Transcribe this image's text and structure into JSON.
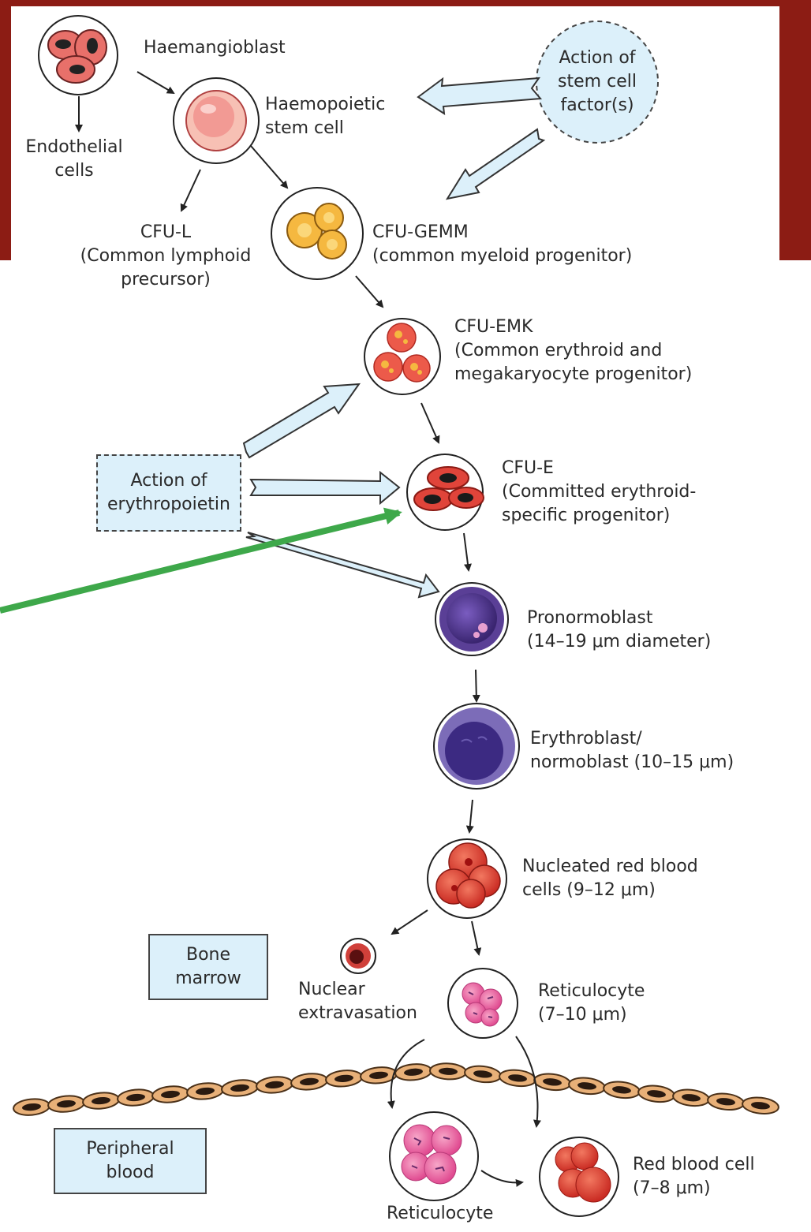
{
  "colors": {
    "background_band": "#8c1c14",
    "box_fill": "#dcf0fa",
    "pointer_arrow": "#3ea84a",
    "rbc_red": "#e0443a",
    "pronormoblast_purple": "#5a3f96",
    "reticulocyte_pink": "#e86aa8",
    "progenitor_yellow": "#f5b840",
    "stem_cell_pink": "#f4a6a0"
  },
  "stages": {
    "haemangioblast": {
      "name": "Haemangioblast"
    },
    "endothelial": {
      "line1": "Endothelial",
      "line2": "cells"
    },
    "hsc": {
      "line1": "Haemopoietic",
      "line2": "stem cell"
    },
    "cfu_l": {
      "line1": "CFU-L",
      "line2": "(Common lymphoid",
      "line3": "precursor)"
    },
    "cfu_gemm": {
      "line1": "CFU-GEMM",
      "line2": "(common myeloid progenitor)"
    },
    "cfu_emk": {
      "line1": "CFU-EMK",
      "line2": "(Common erythroid and",
      "line3": "megakaryocyte progenitor)"
    },
    "cfu_e": {
      "line1": "CFU-E",
      "line2": "(Committed erythroid-",
      "line3": "specific progenitor)"
    },
    "pronormoblast": {
      "line1": "Pronormoblast",
      "line2": "(14–19 μm diameter)"
    },
    "erythroblast": {
      "line1": "Erythroblast/",
      "line2": "normoblast (10–15 μm)"
    },
    "nucleated_rbc": {
      "line1": "Nucleated red blood",
      "line2": "cells (9–12 μm)"
    },
    "nuclear_extravasation": {
      "line1": "Nuclear",
      "line2": "extravasation"
    },
    "reticulocyte_marrow": {
      "line1": "Reticulocyte",
      "line2": "(7–10 μm)"
    },
    "reticulocyte_blood": {
      "name": "Reticulocyte"
    },
    "red_blood_cell": {
      "line1": "Red blood cell",
      "line2": "(7–8 μm)"
    }
  },
  "factors": {
    "stem_cell_factor": {
      "line1": "Action of",
      "line2": "stem cell",
      "line3": "factor(s)"
    },
    "erythropoietin": {
      "line1": "Action of",
      "line2": "erythropoietin"
    }
  },
  "regions": {
    "bone_marrow": {
      "line1": "Bone",
      "line2": "marrow"
    },
    "peripheral_blood": {
      "line1": "Peripheral",
      "line2": "blood"
    }
  }
}
